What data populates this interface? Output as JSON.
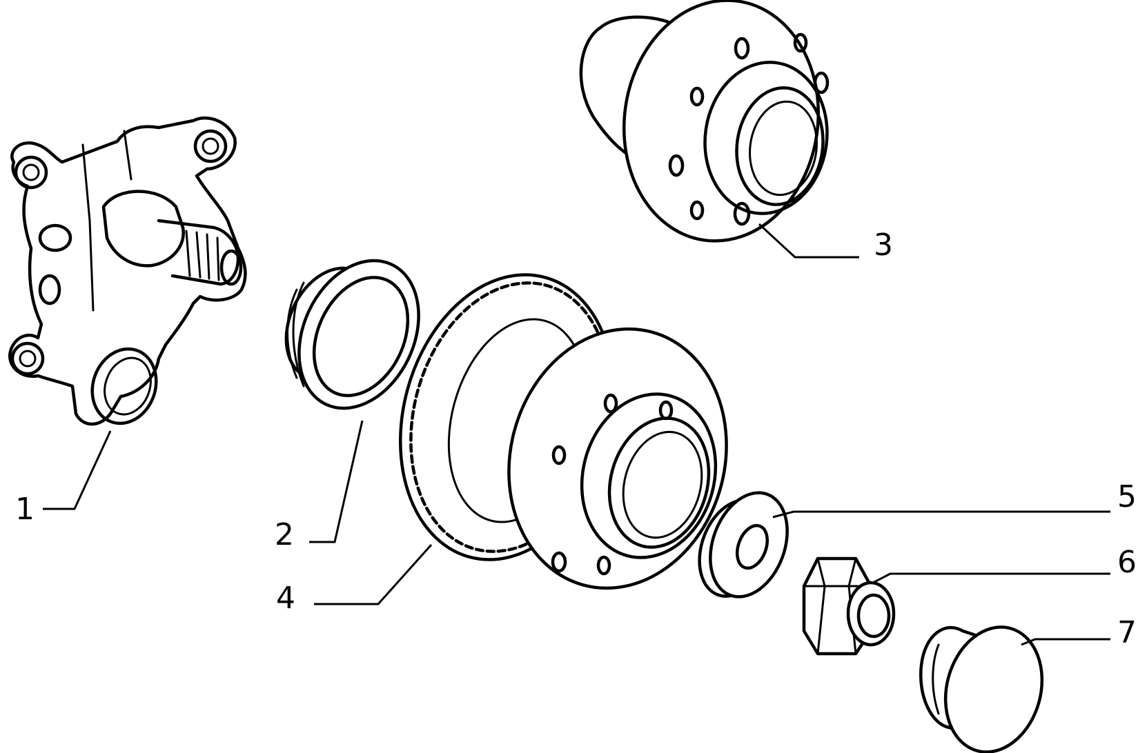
{
  "colors": {
    "ink": "#000000",
    "background": "#ffffff"
  },
  "callouts": [
    {
      "id": "1",
      "label": "1"
    },
    {
      "id": "2",
      "label": "2"
    },
    {
      "id": "3",
      "label": "3"
    },
    {
      "id": "4",
      "label": "4"
    },
    {
      "id": "5",
      "label": "5"
    },
    {
      "id": "6",
      "label": "6"
    },
    {
      "id": "7",
      "label": "7"
    }
  ]
}
